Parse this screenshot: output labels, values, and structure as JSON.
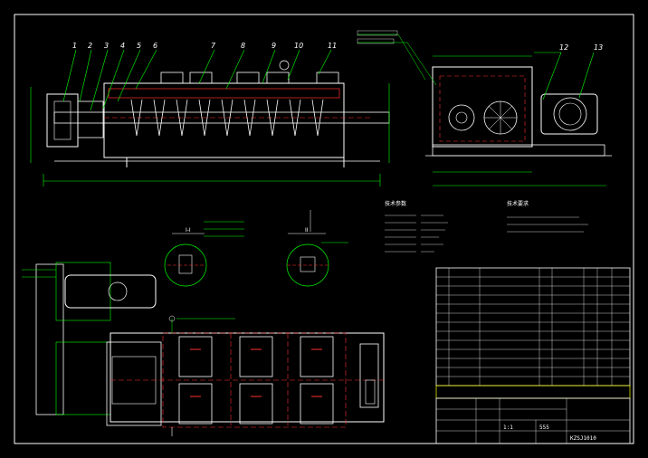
{
  "drawing": {
    "title_block": {
      "drawing_no": "KZSJ1010",
      "scale": "1:1",
      "sheet": "555",
      "name_label": "KZSJ1010",
      "company": "",
      "designer": "",
      "checker": ""
    },
    "part_numbers": [
      "1",
      "2",
      "3",
      "4",
      "5",
      "6",
      "7",
      "8",
      "9",
      "10",
      "11",
      "12",
      "13"
    ],
    "section_labels": [
      "I-I",
      "II"
    ],
    "notes_title": "技术要求",
    "tech_params_title": "技术参数",
    "colors": {
      "background": "#000000",
      "outline": "#ffffff",
      "leader": "#00ff00",
      "hidden": "#ff3030",
      "center": "#ff3030",
      "part": "#ffffff",
      "dim": "#00ff00",
      "highlight": "#ffff00"
    }
  }
}
